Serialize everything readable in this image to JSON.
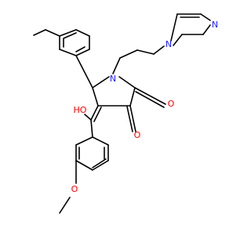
{
  "molecule": {
    "colors": {
      "bond": "#000000",
      "nitrogen": "#1f1fff",
      "oxygen": "#ff0000"
    },
    "atom_labels": {
      "n_ring": "N",
      "n_imidazole_1": "N",
      "n_imidazole_3": "N",
      "o_ketone_2": "O",
      "o_ketone_3": "O",
      "oh": "HO",
      "o_methoxy": "O"
    }
  }
}
